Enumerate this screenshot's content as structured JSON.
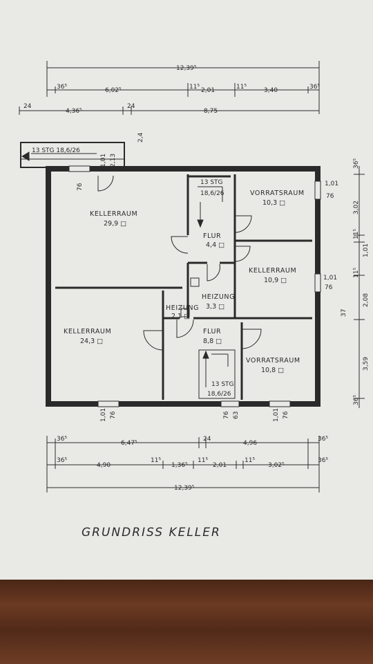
{
  "top_dims": {
    "total": "12,39⁵",
    "row2": [
      "36⁵",
      "6,02⁵",
      "11⁵",
      "2,01",
      "11⁵",
      "3,40",
      "36⁵"
    ],
    "row3": [
      "24",
      "4,36⁵",
      "24",
      "8,75"
    ]
  },
  "bottom_dims": {
    "row1": [
      "36⁵",
      "6,47⁵",
      "24",
      "4,96",
      "36⁵"
    ],
    "row2": [
      "36⁵",
      "4,90",
      "11⁵",
      "1,36⁵",
      "11⁵",
      "2,01",
      "11⁵",
      "3,02⁵",
      "36⁵"
    ],
    "total": "12,39⁵"
  },
  "right_dims": [
    "36⁵",
    "3,02",
    "11⁵",
    "1,01",
    "11⁵",
    "2,08",
    "3,59",
    "36⁵",
    "37"
  ],
  "labels": {
    "stair_top": "13 STG 18,6/26",
    "stair_flur": "13 STG",
    "stair_flur_ratio": "18,6/26",
    "stair_bottom": "13 STG",
    "stair_bottom_ratio": "18,6/26",
    "window_a": "1,01",
    "window_b": "76",
    "window_c": "2,13",
    "window_d": "2,4",
    "window_e": "76",
    "window_f": "63"
  },
  "rooms": [
    {
      "name": "KELLERRAUM",
      "area": "29,9 □"
    },
    {
      "name": "FLUR",
      "area": "4,4 □"
    },
    {
      "name": "VORRATSRAUM",
      "area": "10,3 □"
    },
    {
      "name": "KELLERRAUM",
      "area": "10,9 □"
    },
    {
      "name": "HEIZUNG",
      "area": "3,3 □"
    },
    {
      "name": "HEIZUNG",
      "area": "2,1 □"
    },
    {
      "name": "KELLERRAUM",
      "area": "24,3 □"
    },
    {
      "name": "FLUR",
      "area": "8,8 □"
    },
    {
      "name": "VORRATSRAUM",
      "area": "10,8 □"
    }
  ],
  "caption": "GRUNDRISS KELLER"
}
